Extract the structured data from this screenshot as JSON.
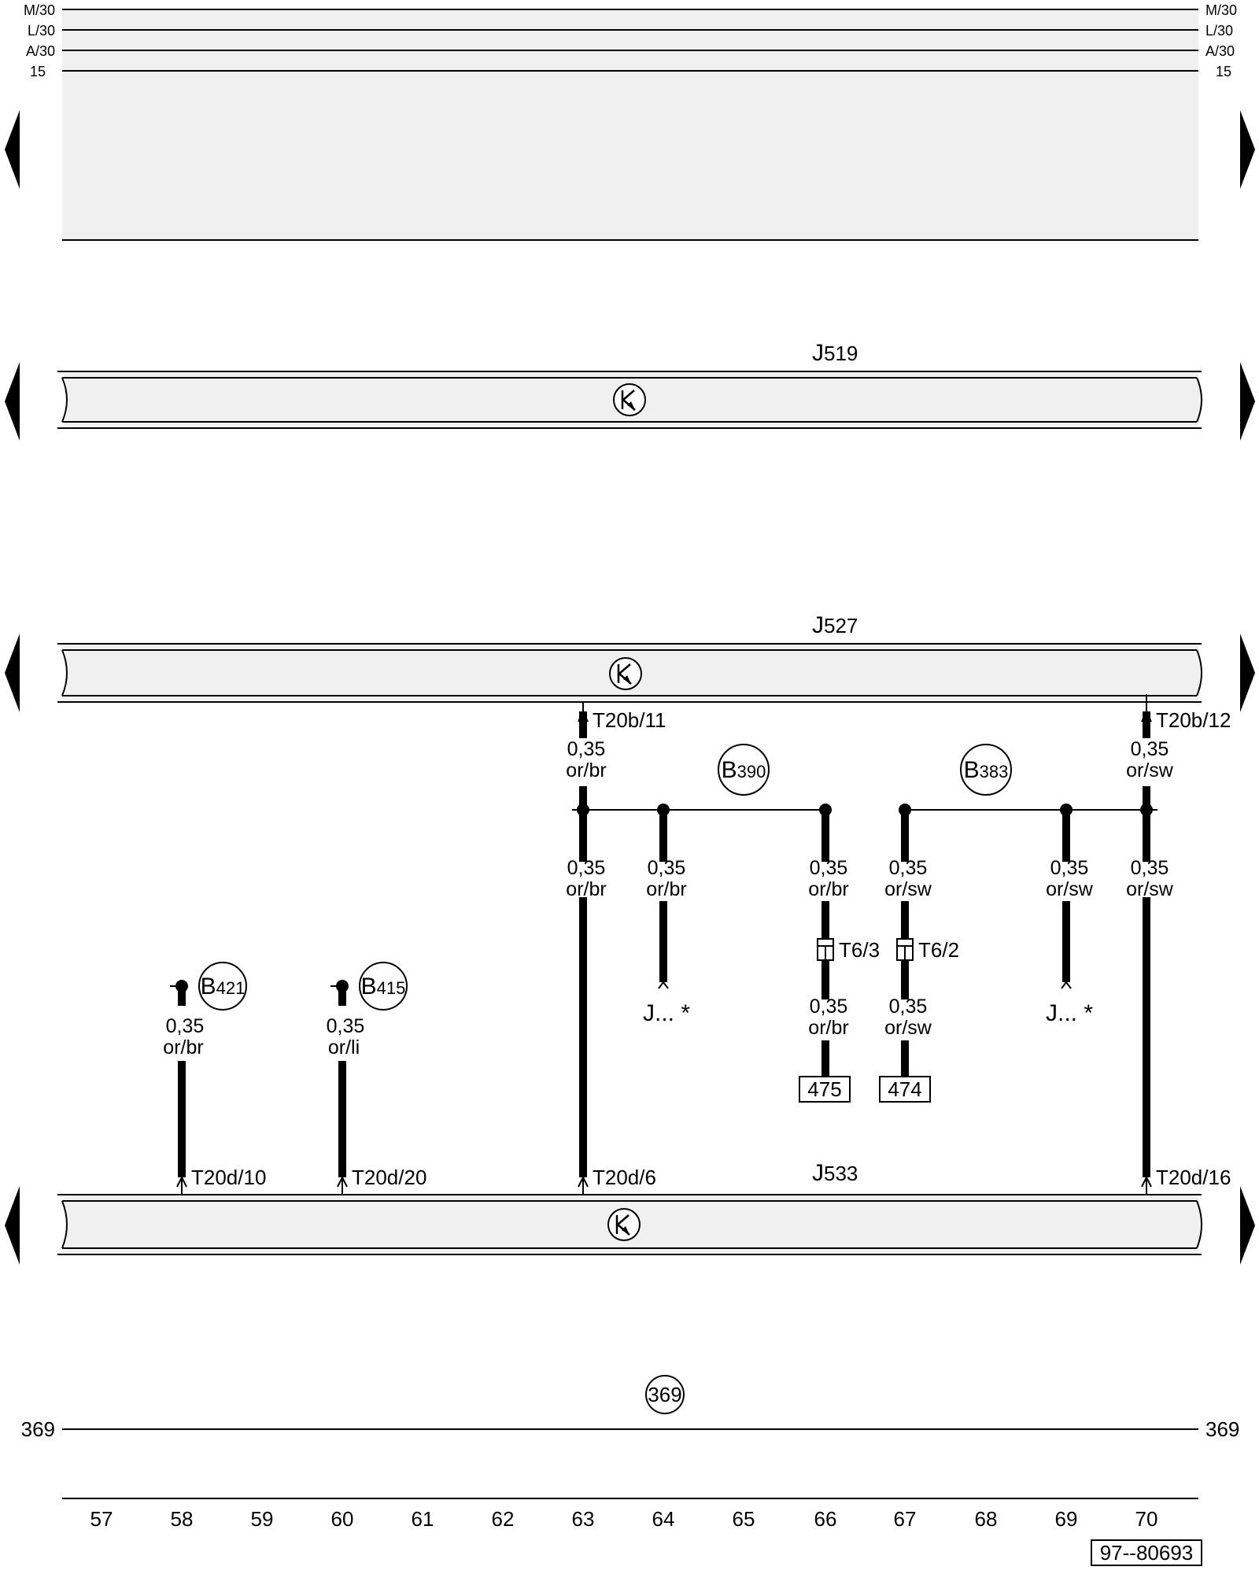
{
  "rails": [
    {
      "label": "M/30"
    },
    {
      "label": "L/30"
    },
    {
      "label": "A/30"
    },
    {
      "label": "15"
    }
  ],
  "units": [
    {
      "id": "J519",
      "letter": "J",
      "number": "519"
    },
    {
      "id": "J527",
      "letter": "J",
      "number": "527"
    },
    {
      "id": "J533",
      "letter": "J",
      "number": "533"
    }
  ],
  "splices": [
    {
      "letter": "B",
      "number": "390"
    },
    {
      "letter": "B",
      "number": "383"
    },
    {
      "letter": "B",
      "number": "421"
    },
    {
      "letter": "B",
      "number": "415"
    }
  ],
  "connectors": {
    "t20b_11": "T20b/11",
    "t20b_12": "T20b/12",
    "t20d_10": "T20d/10",
    "t20d_20": "T20d/20",
    "t20d_6": "T20d/6",
    "t20d_16": "T20d/16",
    "t6_3": "T6/3",
    "t6_2": "T6/2"
  },
  "wires": {
    "w63_top": {
      "size": "0,35",
      "color": "or/br"
    },
    "w70_top": {
      "size": "0,35",
      "color": "or/sw"
    },
    "w63_mid": {
      "size": "0,35",
      "color": "or/br"
    },
    "w64_mid": {
      "size": "0,35",
      "color": "or/br"
    },
    "w66_mid": {
      "size": "0,35",
      "color": "or/br"
    },
    "w67_mid": {
      "size": "0,35",
      "color": "or/sw"
    },
    "w69_mid": {
      "size": "0,35",
      "color": "or/sw"
    },
    "w70_mid": {
      "size": "0,35",
      "color": "or/sw"
    },
    "w66_low": {
      "size": "0,35",
      "color": "or/br"
    },
    "w67_low": {
      "size": "0,35",
      "color": "or/sw"
    },
    "w58": {
      "size": "0,35",
      "color": "or/br"
    },
    "w60": {
      "size": "0,35",
      "color": "or/li"
    }
  },
  "continuations": {
    "j_left": "J... *",
    "j_right": "J... *"
  },
  "references": {
    "ref_475": "475",
    "ref_474": "474"
  },
  "ground": {
    "left": "369",
    "right": "369",
    "badge": "369"
  },
  "columns": [
    "57",
    "58",
    "59",
    "60",
    "61",
    "62",
    "63",
    "64",
    "65",
    "66",
    "67",
    "68",
    "69",
    "70"
  ],
  "footer": {
    "code": "97--80693"
  },
  "colors": {
    "line": "#000000",
    "band_fill": "#f0f0f0",
    "background": "#ffffff"
  }
}
